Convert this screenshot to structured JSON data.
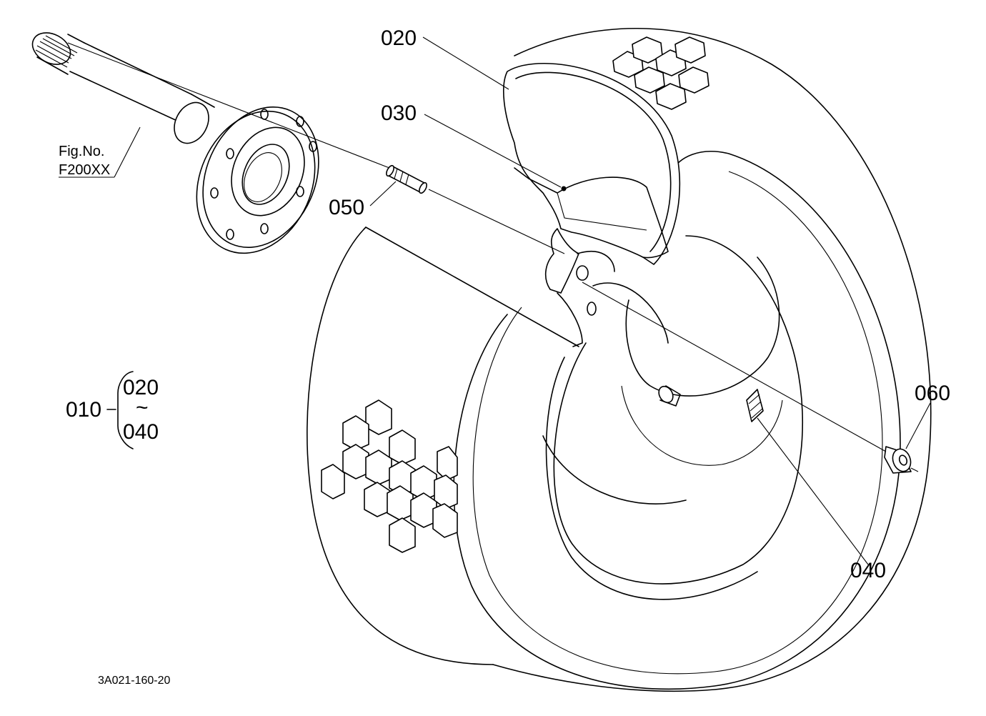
{
  "callouts": {
    "part_020": "020",
    "part_030": "030",
    "part_050": "050",
    "part_060": "060",
    "part_040": "040"
  },
  "assembly": {
    "parent": "010",
    "range_start": "020",
    "range_sep": "~",
    "range_end": "040"
  },
  "figure_ref": {
    "line1": "Fig.No.",
    "line2": "F200XX"
  },
  "drawing_number": "3A021-160-20"
}
